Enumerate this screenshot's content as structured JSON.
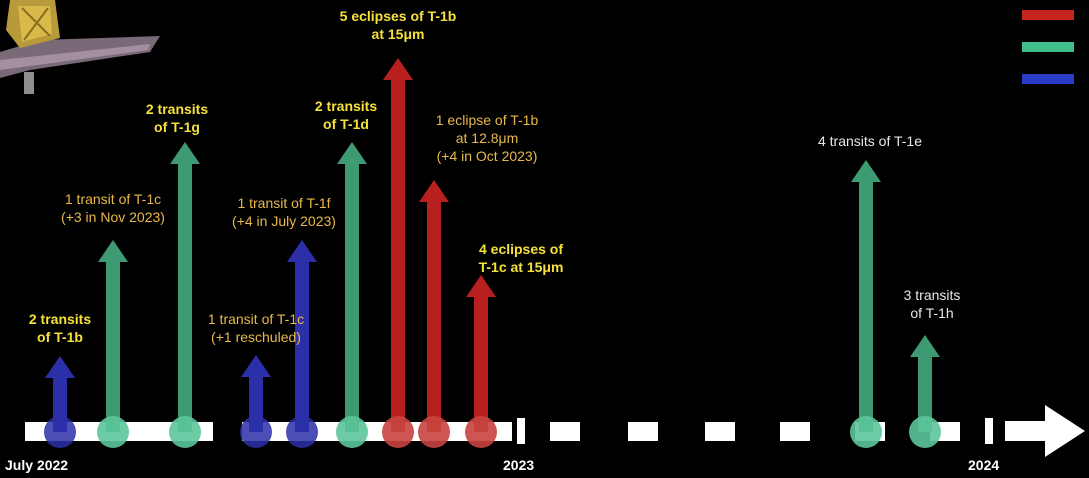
{
  "colors": {
    "background": "#000000",
    "eclipse": "#b81f1f",
    "eclipse_light": "#c8443f",
    "transit_green": "#3d9a72",
    "transit_green_light": "#5cc59a",
    "transit_blue": "#2b2fa8",
    "timeline": "#ffffff"
  },
  "legend": [
    {
      "color": "#c8241f",
      "label": ""
    },
    {
      "color": "#3fbf8c",
      "label": ""
    },
    {
      "color": "#2b3cc8",
      "label": ""
    }
  ],
  "timeline": {
    "ticks": [
      {
        "label": "July 2022"
      },
      {
        "label": "2023"
      },
      {
        "label": "2024"
      }
    ]
  },
  "events": [
    {
      "id": "t1b-transits",
      "type": "blue",
      "label": [
        "2 transits",
        "of T-1b"
      ],
      "style": "yellow bold"
    },
    {
      "id": "t1c-transit-1",
      "type": "green",
      "label": [
        "1 transit of T-1c",
        "(+3 in Nov 2023)"
      ],
      "style": "gold"
    },
    {
      "id": "t1g-transits",
      "type": "green",
      "label": [
        "2 transits",
        "of T-1g"
      ],
      "style": "yellow bold"
    },
    {
      "id": "t1c-transit-2",
      "type": "blue",
      "label": [
        "1 transit of T-1c",
        "(+1 reschuled)"
      ],
      "style": "gold"
    },
    {
      "id": "t1f-transit",
      "type": "blue",
      "label": [
        "1 transit of T-1f",
        "(+4 in July 2023)"
      ],
      "style": "gold"
    },
    {
      "id": "t1d-transits",
      "type": "green",
      "label": [
        "2 transits",
        "of T-1d"
      ],
      "style": "yellow bold"
    },
    {
      "id": "t1b-eclipses-15",
      "type": "red",
      "label": [
        "5 eclipses of T-1b",
        "at 15μm"
      ],
      "style": "yellow bold"
    },
    {
      "id": "t1b-eclipse-128",
      "type": "red",
      "label": [
        "1 eclipse of T-1b",
        "at 12.8μm",
        "(+4 in Oct 2023)"
      ],
      "style": "gold"
    },
    {
      "id": "t1c-eclipses-15",
      "type": "red",
      "label": [
        "4 eclipses of",
        "T-1c at 15μm"
      ],
      "style": "yellow bold"
    },
    {
      "id": "t1e-transits",
      "type": "green",
      "label": [
        "4 transits of T-1e"
      ],
      "style": "white"
    },
    {
      "id": "t1h-transits",
      "type": "green",
      "label": [
        "3 transits",
        "of T-1h"
      ],
      "style": "white"
    }
  ]
}
